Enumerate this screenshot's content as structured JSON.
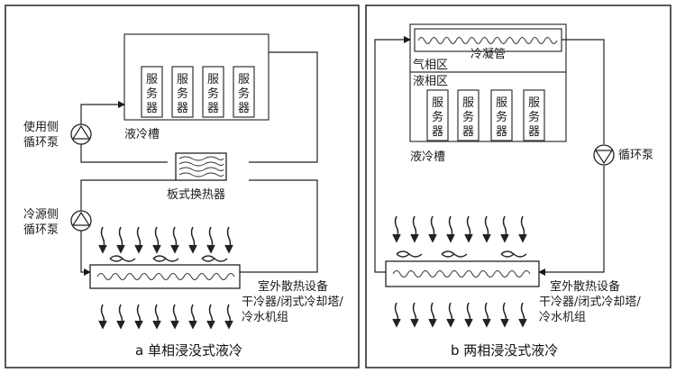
{
  "panel_a": {
    "caption": "a  单相浸没式液冷",
    "pump_user_label": [
      "使用侧",
      "循环泵"
    ],
    "pump_source_label": [
      "冷源侧",
      "循环泵"
    ],
    "tank_label": "液冷槽",
    "server_label": [
      "服",
      "务",
      "器"
    ],
    "plate_hx_label": "板式换热器",
    "outdoor_label": [
      "室外散热设备",
      "干冷器/闭式冷却塔/",
      "冷水机组"
    ]
  },
  "panel_b": {
    "caption": "b  两相浸没式液冷",
    "condenser_label": "冷凝管",
    "gas_zone_label": "气相区",
    "liquid_zone_label": "液相区",
    "tank_label": "液冷槽",
    "server_label": [
      "服",
      "务",
      "器"
    ],
    "pump_label": "循环泵",
    "outdoor_label": [
      "室外散热设备",
      "干冷器/闭式冷却塔/",
      "冷水机组"
    ]
  }
}
